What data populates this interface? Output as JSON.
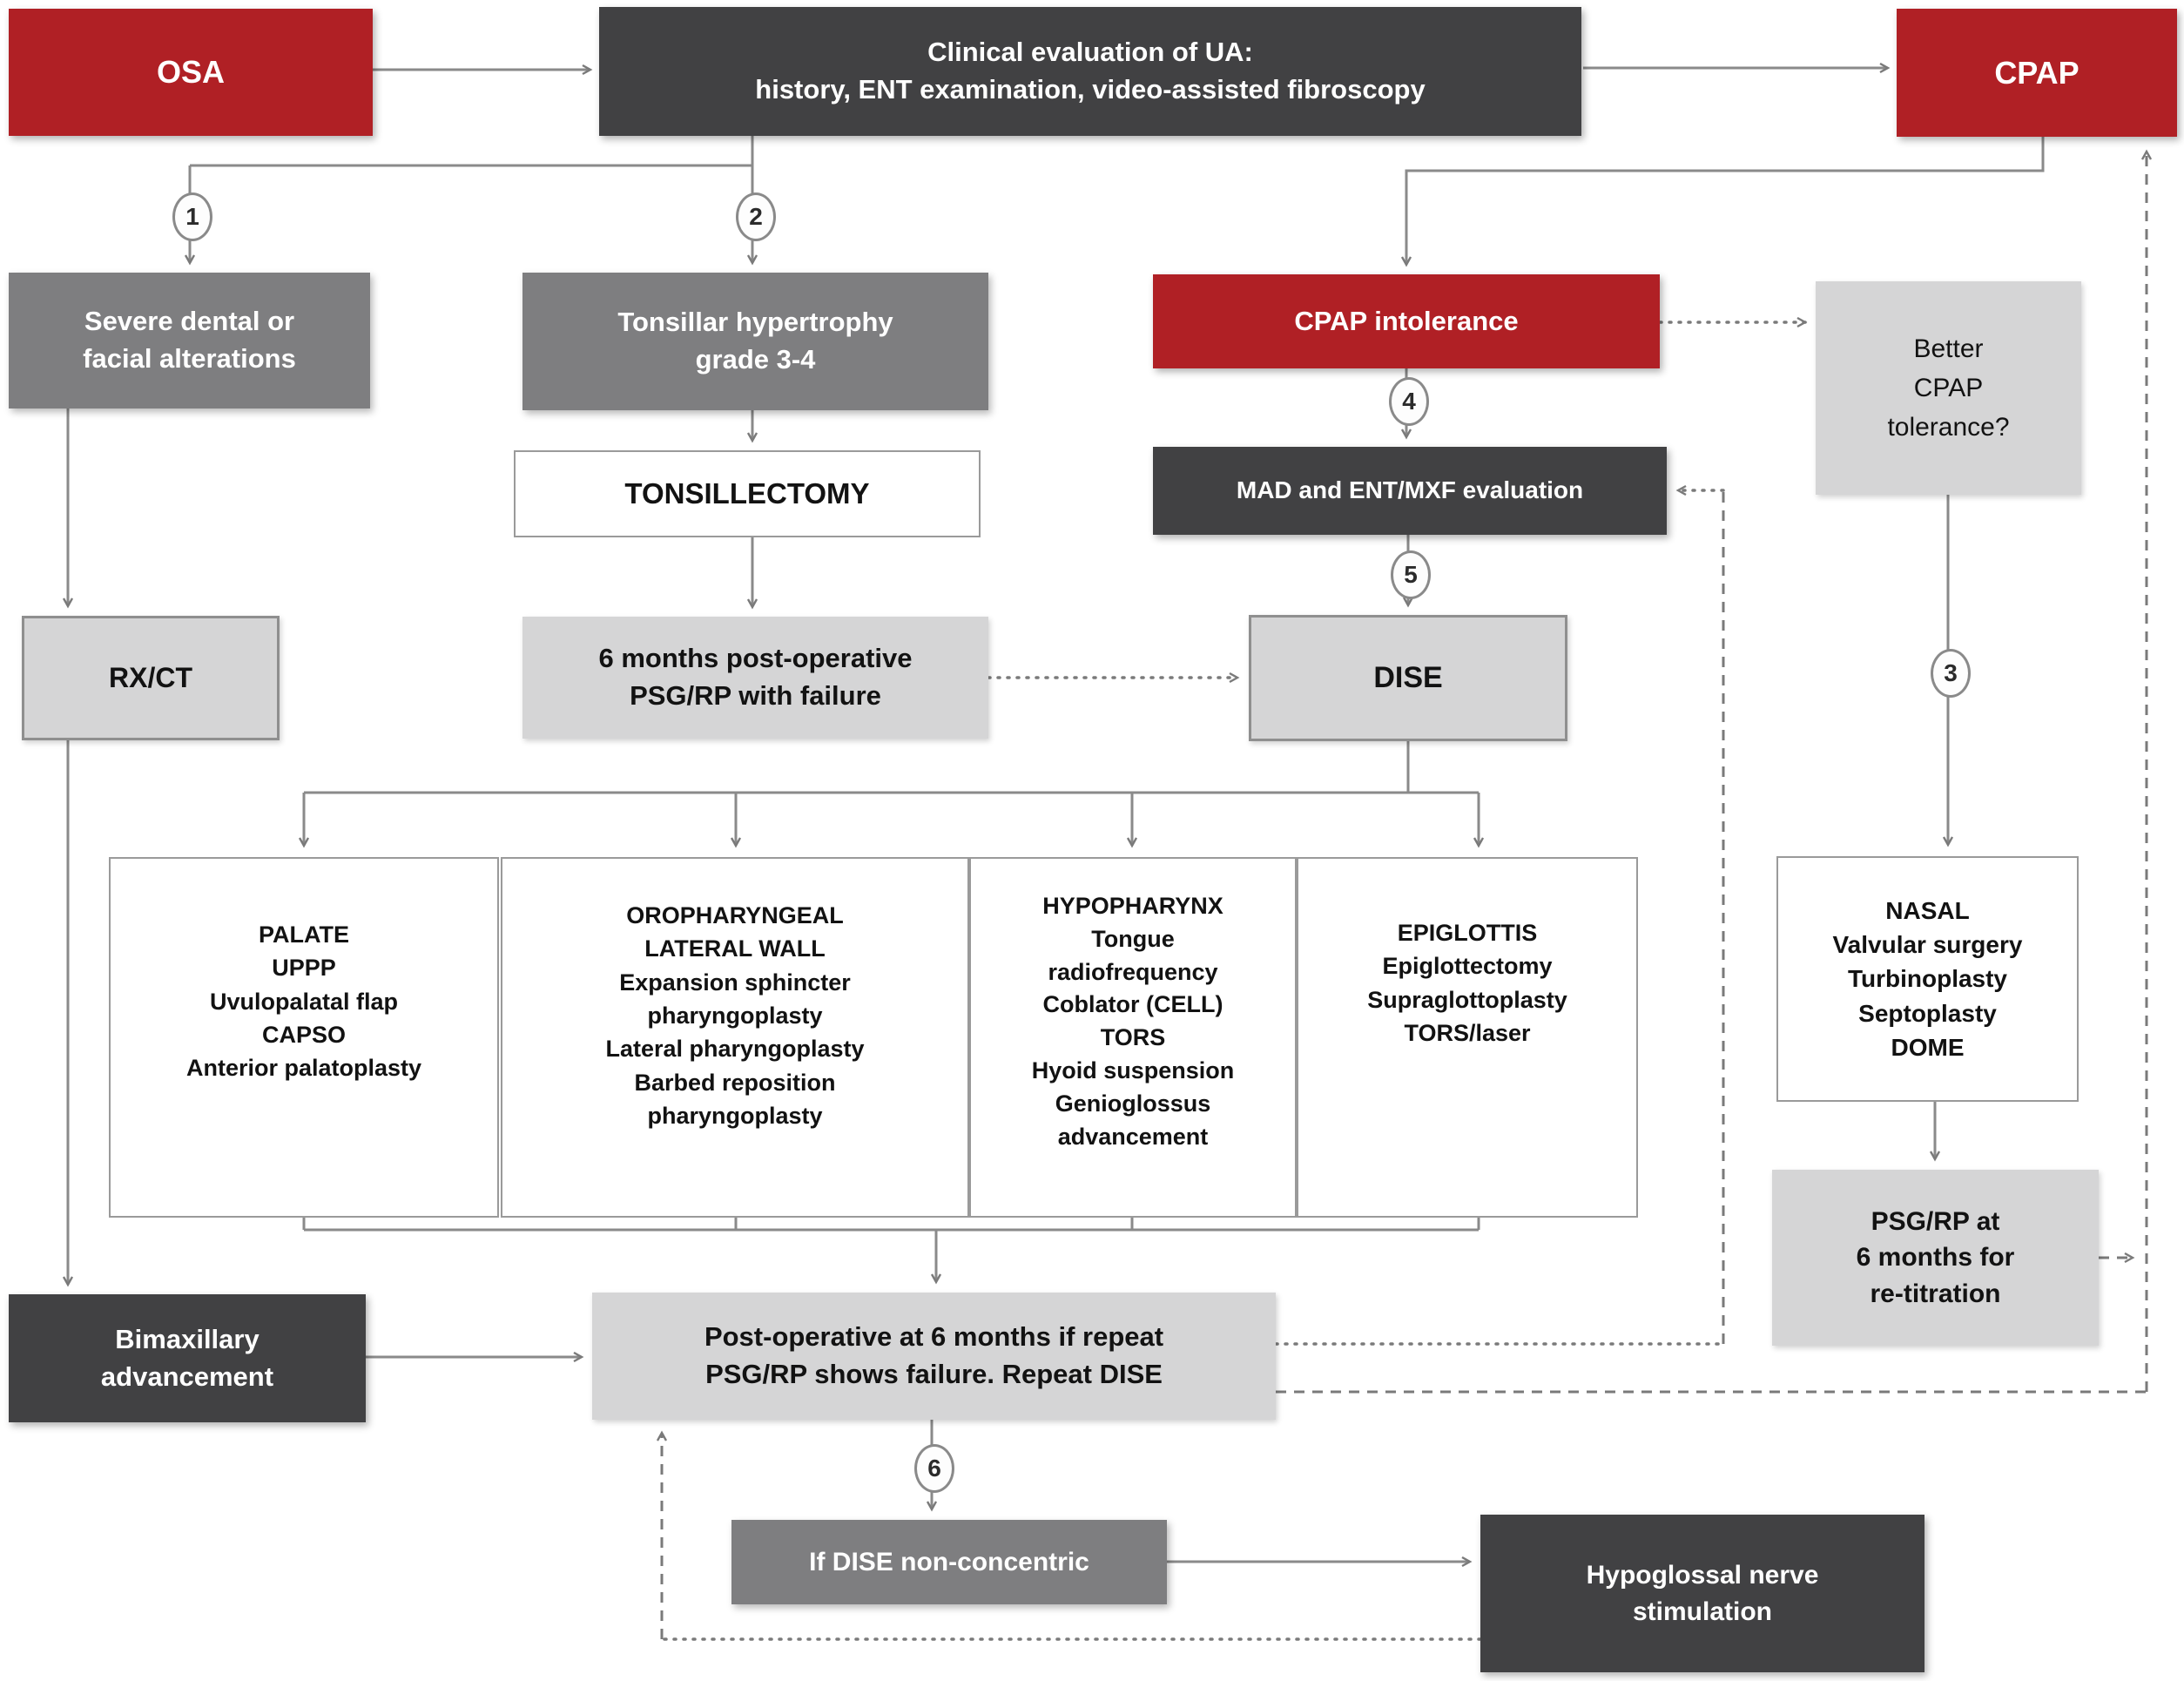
{
  "title": "OSA upper-airway surgery decision flowchart",
  "steps": [
    "1",
    "2",
    "3",
    "4",
    "5",
    "6"
  ],
  "colors": {
    "accent_red": "#B02025",
    "dark_gray": "#414143",
    "medium_gray": "#7E7E80",
    "light_gray": "#D5D5D6",
    "connector_gray": "#8A8A8A",
    "white_box_border": "#9A9A9A"
  },
  "nodes": {
    "osa": {
      "lines": [
        "OSA"
      ]
    },
    "clinical": {
      "lines": [
        "Clinical evaluation of UA:",
        "history, ENT examination, video-assisted fibroscopy"
      ]
    },
    "cpap": {
      "lines": [
        "CPAP"
      ]
    },
    "severe_dental": {
      "lines": [
        "Severe dental or",
        "facial alterations"
      ]
    },
    "tonsillar": {
      "lines": [
        "Tonsillar hypertrophy",
        "grade 3-4"
      ]
    },
    "cpap_intolerance": {
      "lines": [
        "CPAP intolerance"
      ]
    },
    "better_cpap": {
      "lines": [
        "Better",
        "CPAP",
        "tolerance?"
      ]
    },
    "tonsillectomy": {
      "lines": [
        "TONSILLECTOMY"
      ]
    },
    "mad": {
      "lines": [
        "MAD and ENT/MXF evaluation"
      ]
    },
    "rxct": {
      "lines": [
        "RX/CT"
      ]
    },
    "six_months": {
      "lines": [
        "6 months post-operative",
        "PSG/RP with failure"
      ]
    },
    "dise": {
      "lines": [
        "DISE"
      ]
    },
    "palate": {
      "lines": [
        "PALATE",
        "UPPP",
        "Uvulopalatal flap",
        "CAPSO",
        "Anterior palatoplasty"
      ]
    },
    "oropharyngeal": {
      "lines": [
        "OROPHARYNGEAL",
        "LATERAL WALL",
        "Expansion sphincter",
        "pharyngoplasty",
        "Lateral pharyngoplasty",
        "Barbed reposition",
        "pharyngoplasty"
      ]
    },
    "hypopharynx": {
      "lines": [
        "HYPOPHARYNX",
        "Tongue",
        "radiofrequency",
        "Coblator (CELL)",
        "TORS",
        "Hyoid suspension",
        "Genioglossus",
        "advancement"
      ]
    },
    "epiglottis": {
      "lines": [
        "EPIGLOTTIS",
        "Epiglottectomy",
        "Supraglottoplasty",
        "TORS/laser"
      ]
    },
    "nasal": {
      "lines": [
        "NASAL",
        "Valvular surgery",
        "Turbinoplasty",
        "Septoplasty",
        "DOME"
      ]
    },
    "psg_retitration": {
      "lines": [
        "PSG/RP at",
        "6 months for",
        "re-titration"
      ]
    },
    "bimaxillary": {
      "lines": [
        "Bimaxillary",
        "advancement"
      ]
    },
    "postop": {
      "lines": [
        "Post-operative at 6 months if repeat",
        "PSG/RP shows failure. Repeat DISE"
      ]
    },
    "if_dise": {
      "lines": [
        "If DISE non-concentric"
      ]
    },
    "hypoglossal": {
      "lines": [
        "Hypoglossal nerve",
        "stimulation"
      ]
    }
  }
}
